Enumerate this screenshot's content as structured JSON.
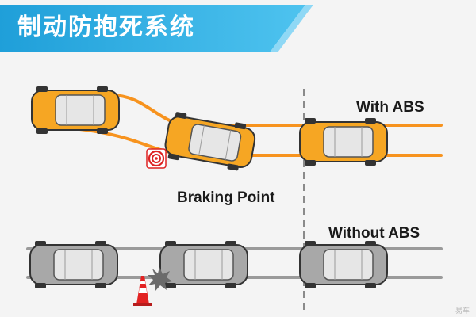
{
  "header": {
    "title": "制动防抱死系统",
    "banner_color": "#2aa9e0"
  },
  "labels": {
    "with_abs": "With ABS",
    "braking_point": "Braking Point",
    "without_abs": "Without ABS"
  },
  "colors": {
    "abs_track": "#f7931e",
    "no_abs_track": "#9a9a9a",
    "abs_car": "#f6a623",
    "no_abs_car": "#a8a8a8",
    "braking_line": "#8a8a8a"
  },
  "icons": {
    "target": "target-icon",
    "cone": "traffic-cone-icon",
    "collision": "collision-burst-icon"
  },
  "watermark": "易车"
}
